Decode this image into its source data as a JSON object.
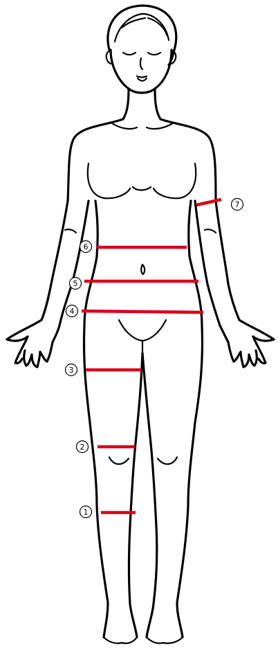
{
  "colors": {
    "outline": "#000000",
    "measurement_line": "#d9001b",
    "background": "#ffffff"
  },
  "measurements": [
    {
      "number": "1"
    },
    {
      "number": "2"
    },
    {
      "number": "3"
    },
    {
      "number": "4"
    },
    {
      "number": "5"
    },
    {
      "number": "6"
    },
    {
      "number": "7"
    }
  ]
}
